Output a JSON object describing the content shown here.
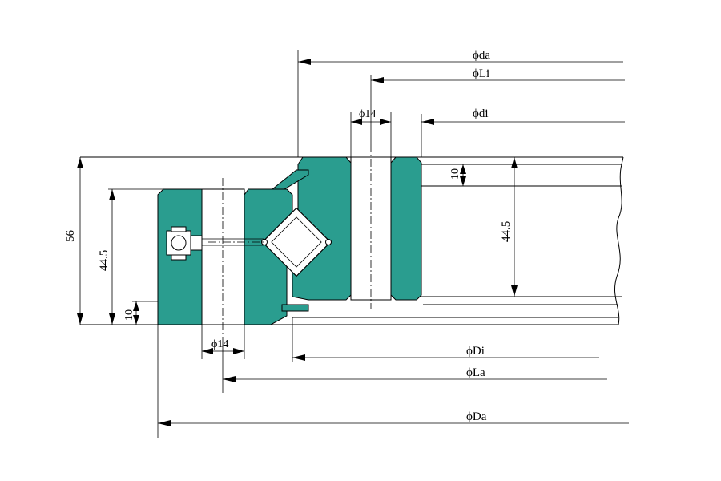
{
  "labels": {
    "da": "ϕda",
    "li": "ϕLi",
    "di_top": "ϕdi",
    "hole_top": "ϕ14",
    "hole_bottom": "ϕ14",
    "Di": "ϕDi",
    "La": "ϕLa",
    "Da": "ϕDa",
    "height_total": "56",
    "height_outer": "44.5",
    "height_inner": "44.5",
    "offset_bottom": "10",
    "offset_top": "10"
  },
  "colors": {
    "ring": "#2a9d8f",
    "line": "#000000",
    "background": "#ffffff"
  }
}
